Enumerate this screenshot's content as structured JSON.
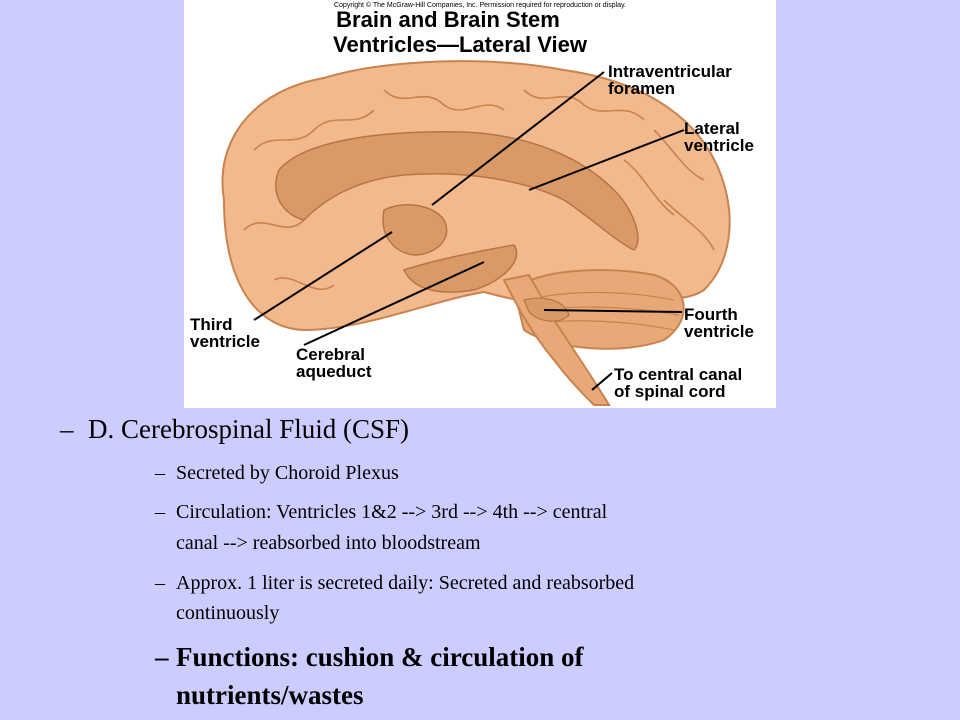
{
  "figure": {
    "copyright": "Copyright © The McGraw-Hill Companies, Inc. Permission required for reproduction or display.",
    "title_line1": "Brain and Brain Stem",
    "title_line2": "Ventricles—Lateral View",
    "labels": {
      "intraventricular": [
        "Intraventricular",
        "foramen"
      ],
      "lateral": [
        "Lateral",
        "ventricle"
      ],
      "third": [
        "Third",
        "ventricle"
      ],
      "cerebral": [
        "Cerebral",
        "aqueduct"
      ],
      "fourth": [
        "Fourth",
        "ventricle"
      ],
      "canal": [
        "To central canal",
        "of spinal cord"
      ]
    }
  },
  "outline": {
    "heading": {
      "dash": "–",
      "text": "D.  Cerebrospinal Fluid (CSF)"
    },
    "items": [
      {
        "dash": "–",
        "lines": [
          "Secreted by Choroid Plexus"
        ]
      },
      {
        "dash": "–",
        "lines": [
          "Circulation:  Ventricles 1&2 --> 3rd --> 4th --> central",
          "canal -->  reabsorbed into bloodstream"
        ]
      },
      {
        "dash": "–",
        "lines": [
          "Approx. 1 liter is secreted daily:  Secreted and reabsorbed",
          "continuously"
        ]
      },
      {
        "dash": "–",
        "lines": [
          "Functions:  cushion & circulation of",
          "nutrients/wastes"
        ]
      }
    ]
  },
  "colors": {
    "background": "#ccccff",
    "brain_fill": "#f2b98d",
    "brain_stroke": "#c8834f",
    "ventricle_fill": "#d99a68"
  }
}
